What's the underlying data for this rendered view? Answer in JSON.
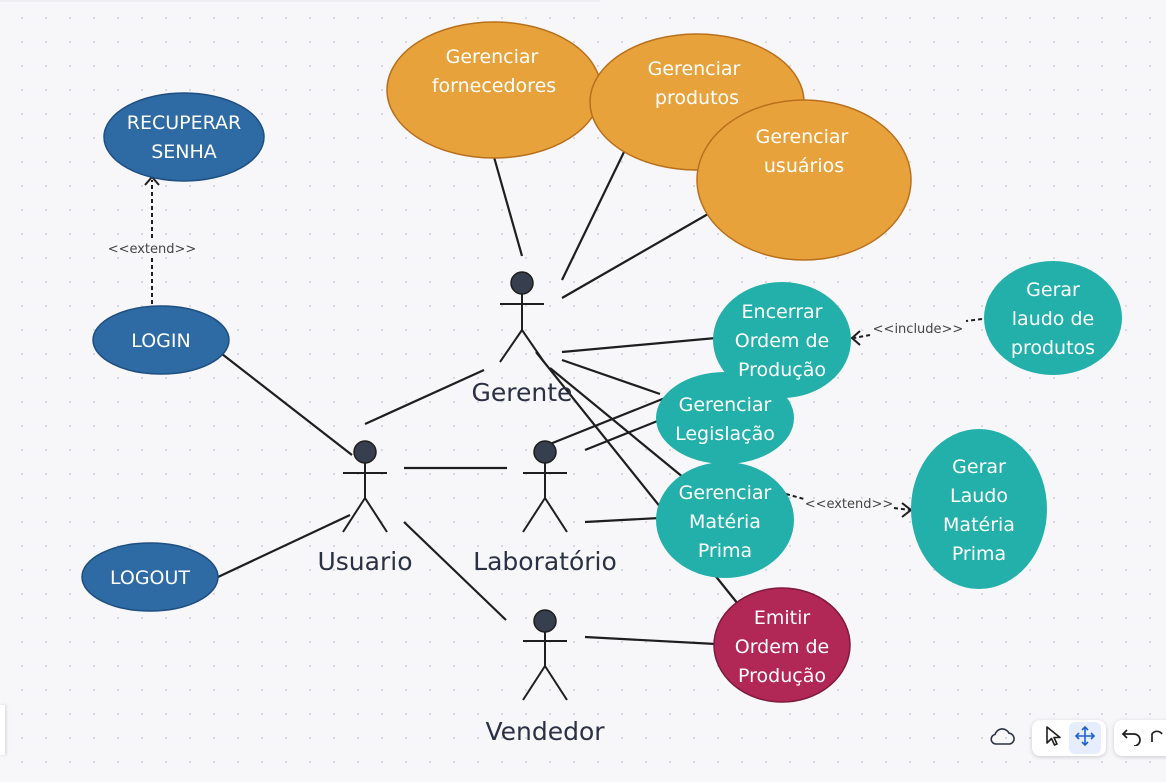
{
  "colors": {
    "blue": "#2e6aa3",
    "orange": "#e8a23b",
    "teal": "#23b0aa",
    "magenta": "#b12755",
    "line": "#1e1e1e",
    "label": "#2b3142"
  },
  "use_cases": {
    "recuperar_senha": [
      "RECUPERAR",
      "SENHA"
    ],
    "login": [
      "LOGIN"
    ],
    "logout": [
      "LOGOUT"
    ],
    "gerenciar_fornecedores": [
      "Gerenciar",
      "fornecedores"
    ],
    "gerenciar_produtos": [
      "Gerenciar",
      "produtos"
    ],
    "gerenciar_usuarios": [
      "Gerenciar",
      "usuários"
    ],
    "encerrar_ordem": [
      "Encerrar",
      "Ordem de",
      "Produção"
    ],
    "gerar_laudo_produtos": [
      "Gerar",
      "laudo de",
      "produtos"
    ],
    "gerenciar_legislacao": [
      "Gerenciar",
      "Legislação"
    ],
    "gerenciar_materia_prima": [
      "Gerenciar",
      "Matéria",
      "Prima"
    ],
    "gerar_laudo_materia_prima": [
      "Gerar",
      "Laudo",
      "Matéria",
      "Prima"
    ],
    "emitir_ordem": [
      "Emitir",
      "Ordem de",
      "Produção"
    ]
  },
  "actors": {
    "gerente": "Gerente",
    "usuario": "Usuario",
    "laboratorio": "Laboratório",
    "vendedor": "Vendedor"
  },
  "relations": {
    "extend_login": "<<extend>>",
    "include_laudo": "<<include>>",
    "extend_materia": "<<extend>>"
  },
  "toolbar": {
    "icons": [
      "cloud-icon",
      "pointer-icon",
      "move-icon",
      "undo-icon",
      "redo-icon"
    ]
  }
}
